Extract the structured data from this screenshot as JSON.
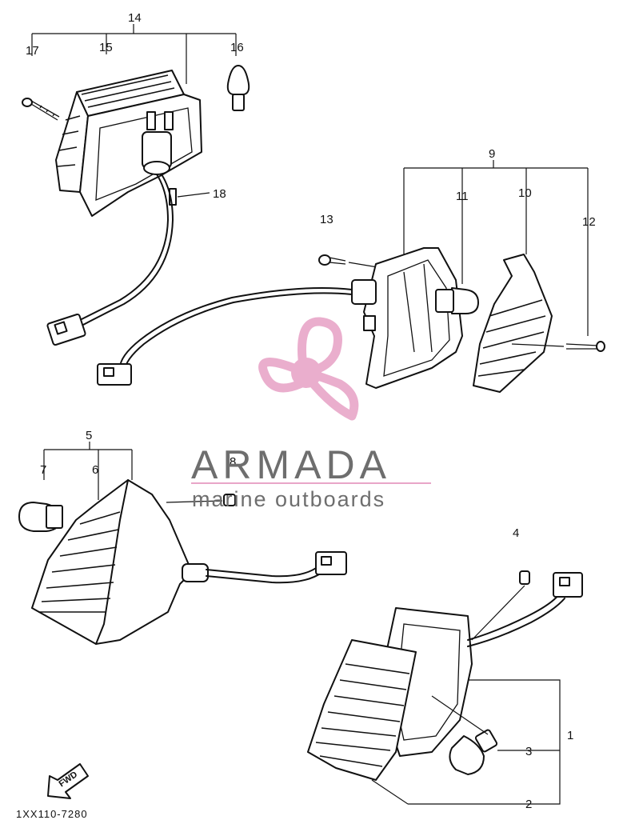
{
  "diagram": {
    "callouts": [
      "1",
      "2",
      "3",
      "4",
      "5",
      "6",
      "7",
      "8",
      "9",
      "10",
      "11",
      "12",
      "13",
      "14",
      "15",
      "16",
      "17",
      "18"
    ],
    "document_number": "1XX110-7280",
    "fwd_label": "FWD"
  },
  "watermark": {
    "brand_name": "ARMADA",
    "tagline": "marine outboards",
    "colors": {
      "logo_pink": "#e8a6c8",
      "logo_light": "#f4cbe0",
      "text_gray": "#6e6e6e",
      "rule_pink": "#e8a6c8"
    }
  }
}
